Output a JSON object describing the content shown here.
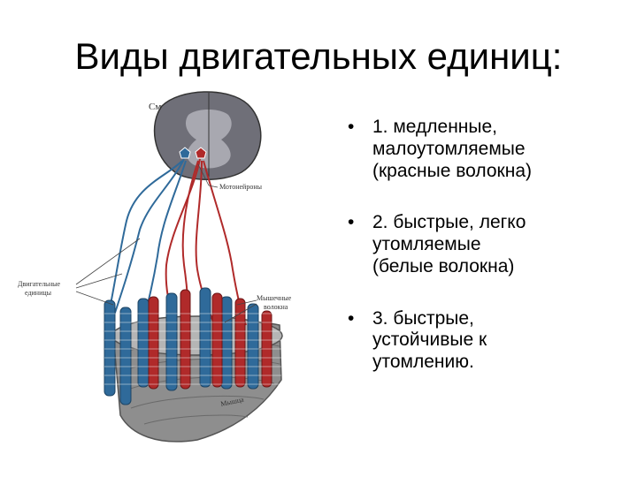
{
  "slide": {
    "title": "Виды двигательных единиц:"
  },
  "figure": {
    "label_cm": "См",
    "label_motoneurons": "Мотонейроны",
    "label_motor_units_line1": "Двигательные",
    "label_motor_units_line2": "единицы",
    "label_muscle_fibers_line1": "Мышечные",
    "label_muscle_fibers_line2": "волокна",
    "label_muscle": "Мышца",
    "colors": {
      "red_fiber": "#b02a2a",
      "blue_fiber": "#2f6a9a",
      "cord": "#6f6f78",
      "muscle": "#9a9a9a"
    }
  },
  "bullets": [
    {
      "bullet": "•",
      "lines": [
        "1. медленные,",
        "малоутомляемые",
        "(красные волокна)"
      ]
    },
    {
      "bullet": "•",
      "lines": [
        "2. быстрые, легко",
        "утомляемые",
        "(белые волокна)"
      ]
    },
    {
      "bullet": "•",
      "lines": [
        "3. быстрые,",
        "устойчивые к",
        "утомлению."
      ]
    }
  ]
}
